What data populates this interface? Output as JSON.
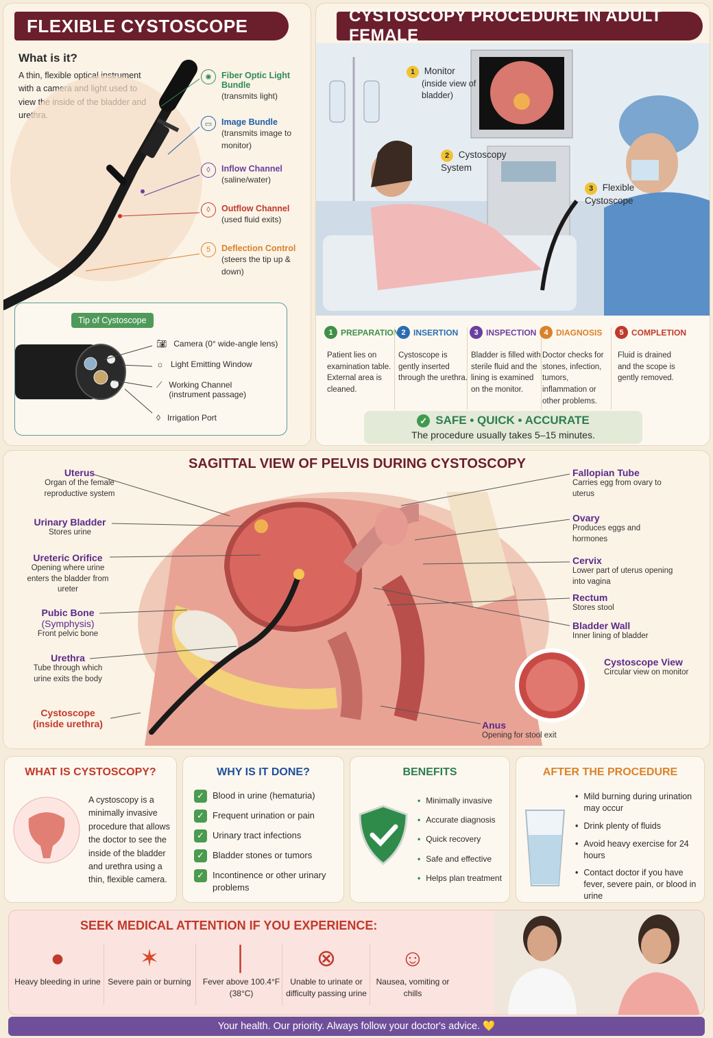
{
  "left_panel": {
    "title": "FLEXIBLE CYSTOSCOPE",
    "what_title": "What is it?",
    "what_text": "A thin, flexible optical instrument with a camera and light used to view the inside of the bladder and urethra.",
    "callouts": [
      {
        "icon": "light-bundle-icon",
        "name": "Fiber Optic Light Bundle",
        "desc": "(transmits light)",
        "color": "#2e8b57"
      },
      {
        "icon": "monitor-icon",
        "name": "Image Bundle",
        "desc": "(transmits image to monitor)",
        "color": "#1f5fa8"
      },
      {
        "icon": "drop-icon",
        "name": "Inflow Channel",
        "desc": "(saline/water)",
        "color": "#6a3fa0"
      },
      {
        "icon": "drop-icon",
        "name": "Outflow Channel",
        "desc": "(used fluid exits)",
        "color": "#c0392b"
      },
      {
        "icon": "number-icon",
        "num": "5",
        "name": "Deflection Control",
        "desc": "(steers the tip up & down)",
        "color": "#d9822b"
      }
    ],
    "tip": {
      "title": "Tip of Cystoscope",
      "items": [
        {
          "icon": "camera-icon",
          "text": "Camera (0° wide-angle lens)"
        },
        {
          "icon": "sun-icon",
          "text": "Light Emitting Window"
        },
        {
          "icon": "tool-icon",
          "text": "Working Channel",
          "sub": "(instrument passage)"
        },
        {
          "icon": "drop-icon",
          "text": "Irrigation Port"
        }
      ]
    }
  },
  "right_panel": {
    "title": "CYSTOSCOPY PROCEDURE IN ADULT FEMALE",
    "labels": [
      {
        "num": "1",
        "text": "Monitor",
        "sub": "(inside view of bladder)"
      },
      {
        "num": "2",
        "text": "Cystoscopy System"
      },
      {
        "num": "3",
        "text": "Flexible Cystoscope"
      }
    ],
    "steps": [
      {
        "num": "1",
        "title": "PREPARATION",
        "text": "Patient lies on examination table. External area is cleaned.",
        "color": "#3f8f46"
      },
      {
        "num": "2",
        "title": "INSERTION",
        "text": "Cystoscope is gently inserted through the urethra.",
        "color": "#2a6db3"
      },
      {
        "num": "3",
        "title": "INSPECTION",
        "text": "Bladder is filled with sterile fluid and the lining is examined on the monitor.",
        "color": "#6a3fa0"
      },
      {
        "num": "4",
        "title": "DIAGNOSIS",
        "text": "Doctor checks for stones, infection, tumors, inflammation or other problems.",
        "color": "#d9822b"
      },
      {
        "num": "5",
        "title": "COMPLETION",
        "text": "Fluid is drained and the scope is gently removed.",
        "color": "#c0392b"
      }
    ],
    "safe_title": "SAFE • QUICK • ACCURATE",
    "safe_sub": "The procedure usually takes 5–15 minutes."
  },
  "sagittal": {
    "title": "SAGITTAL VIEW OF PELVIS DURING CYSTOSCOPY",
    "left_labels": [
      {
        "name": "Uterus",
        "desc": "Organ of the female reproductive system"
      },
      {
        "name": "Urinary Bladder",
        "desc": "Stores urine"
      },
      {
        "name": "Ureteric Orifice",
        "desc": "Opening where urine enters the bladder from ureter"
      },
      {
        "name": "Pubic Bone",
        "name2": "(Symphysis)",
        "desc": "Front pelvic bone"
      },
      {
        "name": "Urethra",
        "desc": "Tube through which urine exits the body"
      },
      {
        "name": "Cystoscope",
        "name2": "(inside urethra)"
      }
    ],
    "right_labels": [
      {
        "name": "Fallopian Tube",
        "desc": "Carries egg from ovary to uterus"
      },
      {
        "name": "Ovary",
        "desc": "Produces eggs and hormones"
      },
      {
        "name": "Cervix",
        "desc": "Lower part of uterus opening into vagina"
      },
      {
        "name": "Rectum",
        "desc": "Stores stool"
      },
      {
        "name": "Bladder Wall",
        "desc": "Inner lining of bladder"
      },
      {
        "name": "Cystoscope View",
        "desc": "Circular view on monitor"
      },
      {
        "name": "Anus",
        "desc": "Opening for stool exit"
      }
    ]
  },
  "cards": {
    "what": {
      "title": "WHAT IS CYSTOSCOPY?",
      "text": "A cystoscopy is a minimally invasive procedure that allows the doctor to see the inside of the bladder and urethra using a thin, flexible camera."
    },
    "why": {
      "title": "WHY IS IT DONE?",
      "items": [
        "Blood in urine (hematuria)",
        "Frequent urination or pain",
        "Urinary tract infections",
        "Bladder stones or tumors",
        "Incontinence or other urinary problems"
      ]
    },
    "benefits": {
      "title": "BENEFITS",
      "items": [
        "Minimally invasive",
        "Accurate diagnosis",
        "Quick recovery",
        "Safe and effective",
        "Helps plan treatment"
      ]
    },
    "after": {
      "title": "AFTER THE PROCEDURE",
      "items": [
        "Mild burning during urination may occur",
        "Drink plenty of fluids",
        "Avoid heavy exercise for 24 hours",
        "Contact doctor if you have fever, severe pain, or blood in urine"
      ]
    }
  },
  "seek": {
    "title": "SEEK MEDICAL ATTENTION IF YOU EXPERIENCE:",
    "items": [
      {
        "icon": "blood-drop-icon",
        "text": "Heavy bleeding in urine"
      },
      {
        "icon": "flame-icon",
        "text": "Severe pain or burning"
      },
      {
        "icon": "thermometer-icon",
        "text": "Fever above 100.4°F (38°C)"
      },
      {
        "icon": "no-urine-icon",
        "text": "Unable to urinate or difficulty passing urine"
      },
      {
        "icon": "nausea-icon",
        "text": "Nausea, vomiting or chills"
      }
    ]
  },
  "footer": "Your health. Our priority. Always follow your doctor's advice. 💛"
}
